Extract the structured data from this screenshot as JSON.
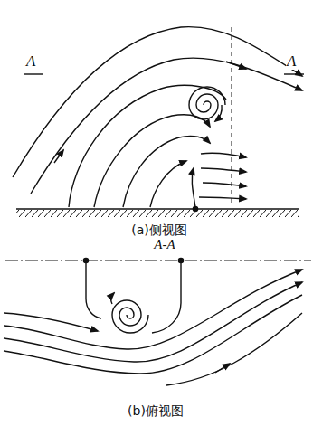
{
  "diagram": {
    "labels": [
      "A",
      "A",
      "(a)侧视图",
      "A-A",
      "(b)俯视图"
    ]
  }
}
